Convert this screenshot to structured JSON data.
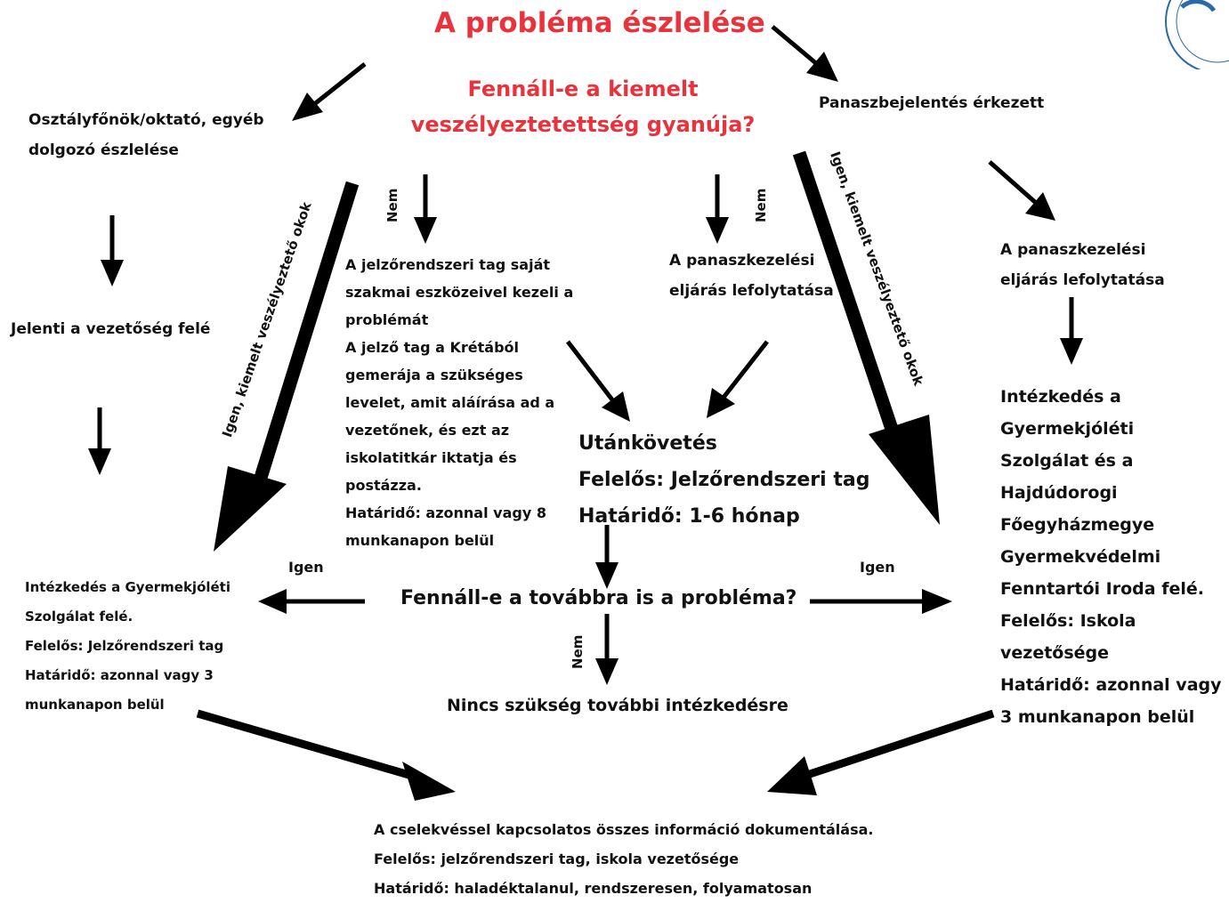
{
  "title": "A probléma észlelése",
  "question": "Fennáll-e a kiemelt veszélyeztetettség gyanúja?",
  "left": {
    "source": "Osztályfőnök/oktató, egyéb dolgozó észlelése",
    "report": "Jelenti a vezetőség felé",
    "action_lines": [
      "Intézkedés a Gyermekjóléti",
      "Szolgálat felé.",
      "Felelős: Jelzőrendszeri tag",
      "Határidő: azonnal vagy  3",
      "munkanapon belül"
    ]
  },
  "right": {
    "source": "Panaszbejelentés érkezett",
    "procedure_lines": [
      "A panaszkezelési",
      "eljárás lefolytatása"
    ],
    "action_lines": [
      "Intézkedés a",
      "Gyermekjóléti",
      "Szolgálat és a",
      "Hajdúdorogi",
      "Főegyházmegye",
      "Gyermekvédelmi",
      "Fenntartói Iroda felé.",
      "Felelős: Iskola",
      "vezetősége",
      "Határidő: azonnal vagy",
      "3 munkanapon belül"
    ]
  },
  "center_left": {
    "lines": [
      "A jelzőrendszeri tag saját",
      "szakmai eszközeivel kezeli a",
      "problémát",
      "A jelző tag a Krétából",
      "gemerája a szükséges",
      "levelet, amit aláírása ad a",
      "vezetőnek, és ezt az",
      "iskolatitkár iktatja és",
      "postázza.",
      "Határidő: azonnal vagy 8",
      "munkanapon belül"
    ]
  },
  "center_right": {
    "lines": [
      "A panaszkezelési",
      "eljárás lefolytatása"
    ]
  },
  "followup": {
    "lines": [
      "Utánkövetés",
      "Felelős: Jelzőrendszeri tag",
      "Határidő: 1-6 hónap"
    ]
  },
  "persist_question": "Fennáll-e a továbbra is a probléma?",
  "no_further": "Nincs szükség további intézkedésre",
  "documentation": {
    "lines": [
      "A cselekvéssel kapcsolatos összes információ dokumentálása.",
      "Felelős: jelzőrendszeri tag, iskola vezetősége",
      "Határidő: haladéktalanul, rendszeresen, folyamatosan"
    ]
  },
  "edge_labels": {
    "yes_serious_left": "Igen, kiemelt veszélyeztető okok",
    "yes_serious_right": "Igen, kiemelt veszélyeztető okok",
    "no_left": "Nem",
    "no_right": "Nem",
    "no_bottom": "Nem",
    "yes_left": "Igen",
    "yes_right": "Igen"
  },
  "colors": {
    "accent": "#e8323c",
    "text": "#111111"
  }
}
